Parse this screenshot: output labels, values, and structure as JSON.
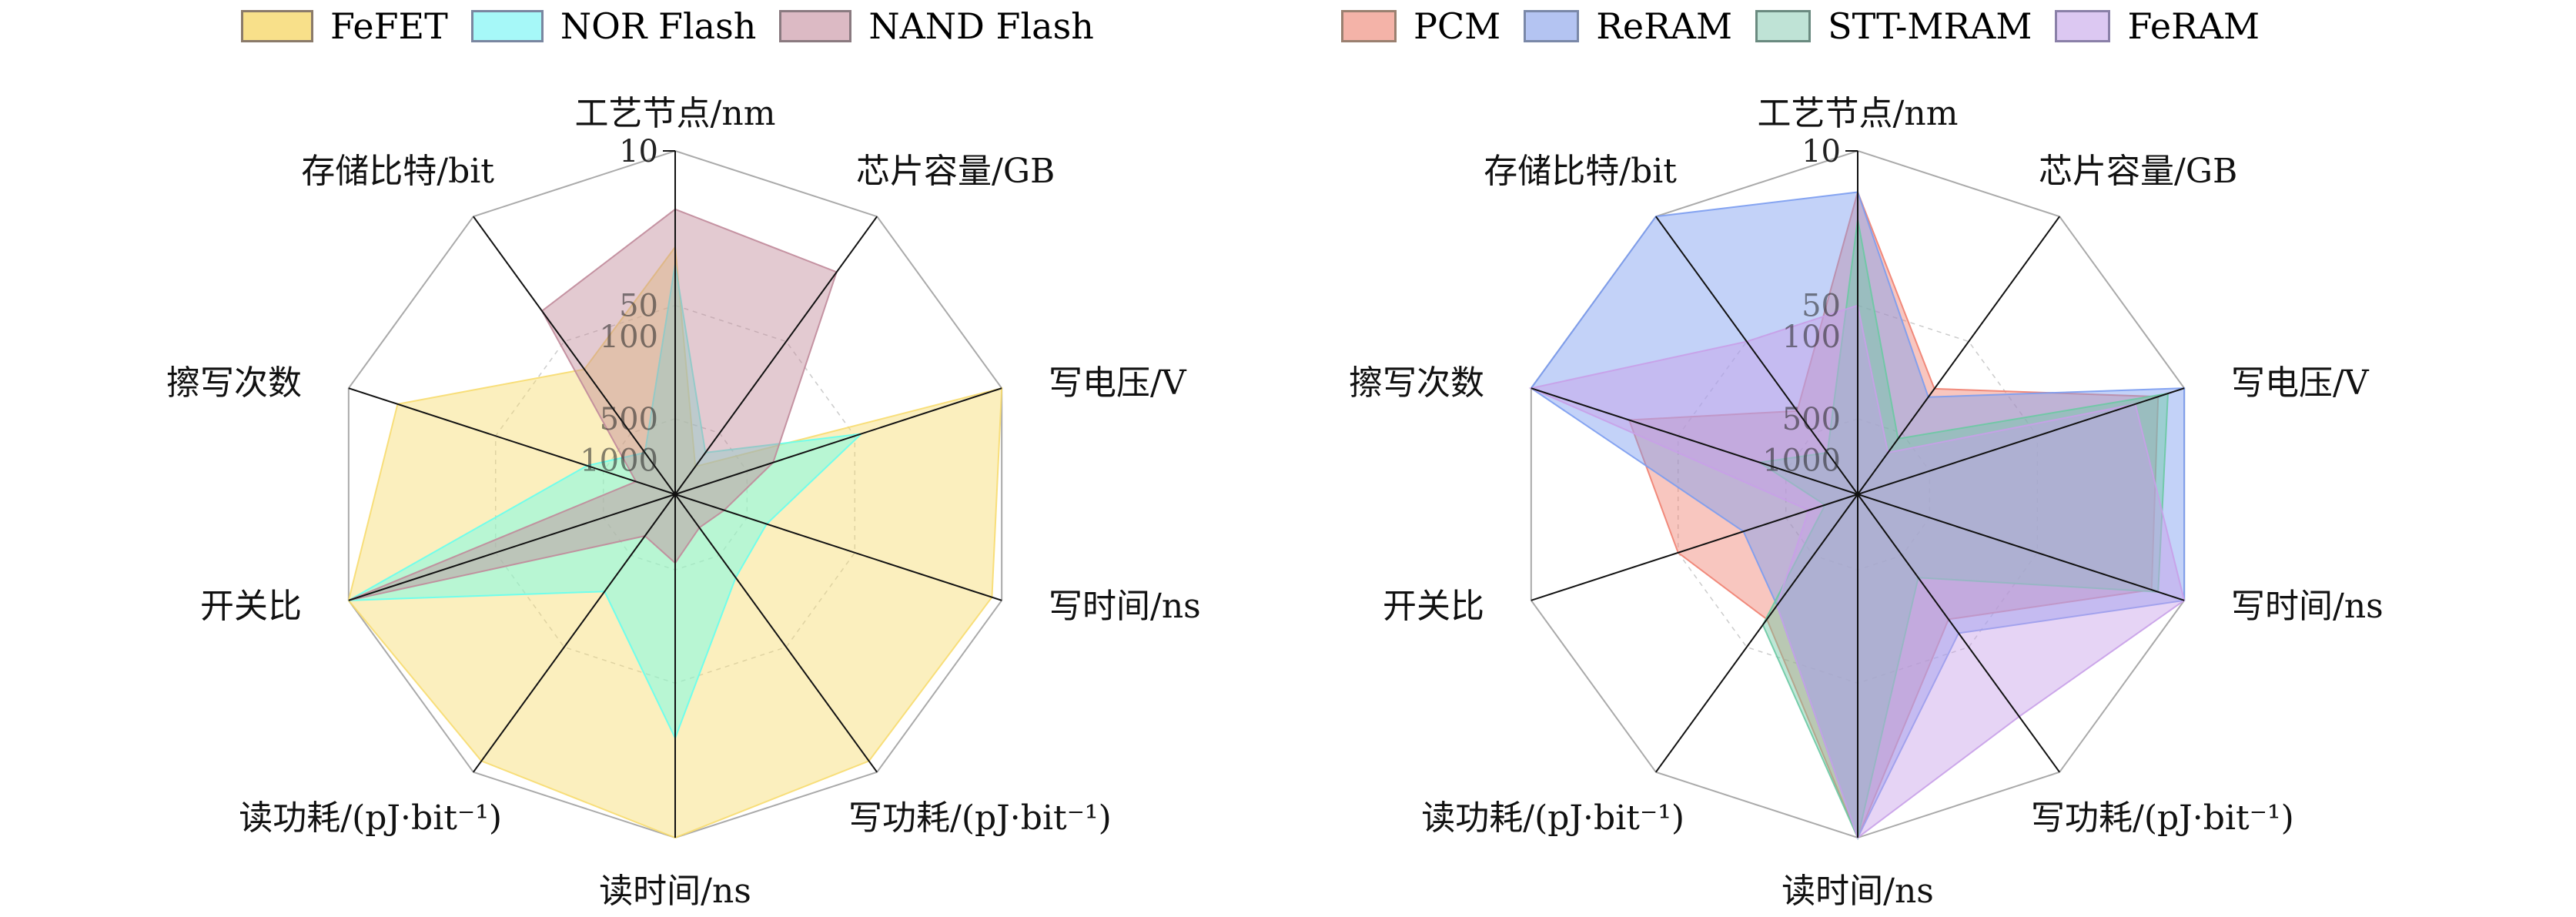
{
  "chart_data": [
    {
      "type": "radar",
      "title": "",
      "axes": [
        "工艺节点/nm",
        "芯片容量/GB",
        "写电压/V",
        "写时间/ns",
        "写功耗/(pJ·bit⁻¹)",
        "读时间/ns",
        "读功耗/(pJ·bit⁻¹)",
        "开关比",
        "擦写次数",
        "存储比特/bit"
      ],
      "radial_ticks": {
        "axis": "工艺节点/nm",
        "labels": [
          "10",
          "50",
          "100",
          "500",
          "1000"
        ],
        "positions": [
          1.0,
          0.55,
          0.46,
          0.22,
          0.1
        ]
      },
      "value_scale": "normalized radius (0 = center, 1 = outer ring)",
      "legend_position": "top",
      "series": [
        {
          "name": "FeFET",
          "color": "#f7dc6f",
          "values": [
            0.72,
            0.1,
            1.0,
            0.97,
            0.96,
            1.0,
            0.96,
            1.0,
            0.85,
            0.45
          ]
        },
        {
          "name": "NOR Flash",
          "color": "#66ffee",
          "values": [
            0.67,
            0.15,
            0.57,
            0.28,
            0.3,
            0.71,
            0.35,
            1.0,
            0.27,
            0.15
          ]
        },
        {
          "name": "NAND Flash",
          "color": "#c08a9a",
          "values": [
            0.83,
            0.8,
            0.3,
            0.15,
            0.12,
            0.2,
            0.15,
            1.0,
            0.12,
            0.66
          ]
        }
      ]
    },
    {
      "type": "radar",
      "title": "",
      "axes": [
        "工艺节点/nm",
        "芯片容量/GB",
        "写电压/V",
        "写时间/ns",
        "写功耗/(pJ·bit⁻¹)",
        "读时间/ns",
        "读功耗/(pJ·bit⁻¹)",
        "开关比",
        "擦写次数",
        "存储比特/bit"
      ],
      "radial_ticks": {
        "axis": "工艺节点/nm",
        "labels": [
          "10",
          "50",
          "100",
          "500",
          "1000"
        ],
        "positions": [
          1.0,
          0.55,
          0.46,
          0.22,
          0.1
        ]
      },
      "value_scale": "normalized radius (0 = center, 1 = outer ring)",
      "legend_position": "top",
      "series": [
        {
          "name": "PCM",
          "color": "#f08070",
          "values": [
            0.88,
            0.38,
            0.92,
            0.9,
            0.45,
            1.0,
            0.45,
            0.55,
            0.7,
            0.3
          ]
        },
        {
          "name": "ReRAM",
          "color": "#7b9cf0",
          "values": [
            0.88,
            0.35,
            1.0,
            1.0,
            0.5,
            1.0,
            0.4,
            0.35,
            1.0,
            1.0
          ]
        },
        {
          "name": "STT-MRAM",
          "color": "#6cc9a3",
          "values": [
            0.8,
            0.2,
            0.95,
            0.92,
            0.3,
            1.0,
            0.47,
            0.1,
            0.3,
            0.15
          ]
        },
        {
          "name": "FeRAM",
          "color": "#c8a0e8",
          "values": [
            0.55,
            0.15,
            0.85,
            1.0,
            0.8,
            1.0,
            0.4,
            0.15,
            1.0,
            0.55
          ]
        }
      ]
    }
  ],
  "legends": {
    "left": [
      {
        "label": "FeFET",
        "fill": "#f8e08a",
        "border": "#8a7a6a"
      },
      {
        "label": "NOR Flash",
        "fill": "#a6f8f8",
        "border": "#7a86a0"
      },
      {
        "label": "NAND Flash",
        "fill": "#dcbac4",
        "border": "#8a7a80"
      }
    ],
    "right": [
      {
        "label": "PCM",
        "fill": "#f4b3a8",
        "border": "#9a8070"
      },
      {
        "label": "ReRAM",
        "fill": "#b4c4f2",
        "border": "#7a88a8"
      },
      {
        "label": "STT-MRAM",
        "fill": "#bfe3d6",
        "border": "#6a8a80"
      },
      {
        "label": "FeRAM",
        "fill": "#dcc8f2",
        "border": "#8a80a8"
      }
    ]
  },
  "axis_labels": {
    "top": "工艺节点/nm",
    "upper_right": "芯片容量/GB",
    "right_upper": "写电压/V",
    "right_lower": "写时间/ns",
    "lower_right": "写功耗/(pJ·bit",
    "bottom": "读时间/ns",
    "lower_left": "读功耗/(pJ·bit",
    "left_lower": "开关比",
    "left_upper": "擦写次数",
    "upper_left": "存储比特/bit",
    "superscript": "−1",
    "close_paren": ")"
  },
  "ticks": [
    "10",
    "50",
    "100",
    "500",
    "1000"
  ]
}
